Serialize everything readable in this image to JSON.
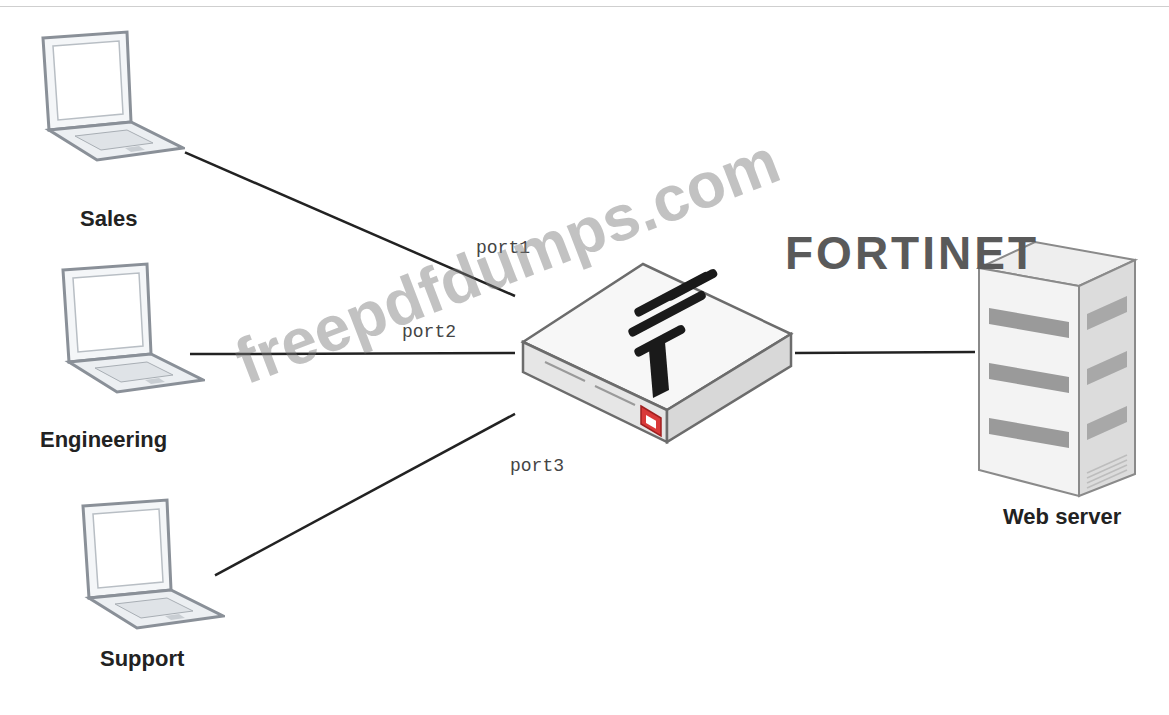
{
  "diagram": {
    "nodes": [
      {
        "text": [
          "Sales"
        ]
      },
      {
        "text": [
          "Engineering"
        ]
      },
      {
        "text": [
          "Support"
        ]
      },
      {
        "text": []
      },
      {
        "text": [
          "Web server"
        ]
      }
    ],
    "edges": [
      {
        "from": 0,
        "to": 3,
        "label": "port1",
        "arrow": "none"
      },
      {
        "from": 1,
        "to": 3,
        "label": "port2",
        "arrow": "none"
      },
      {
        "from": 2,
        "to": 3,
        "label": "port3",
        "arrow": "none"
      },
      {
        "from": 3,
        "to": 4,
        "arrow": "none"
      }
    ],
    "labels": [
      "FORTINET",
      "freepdfdumps.com"
    ]
  }
}
